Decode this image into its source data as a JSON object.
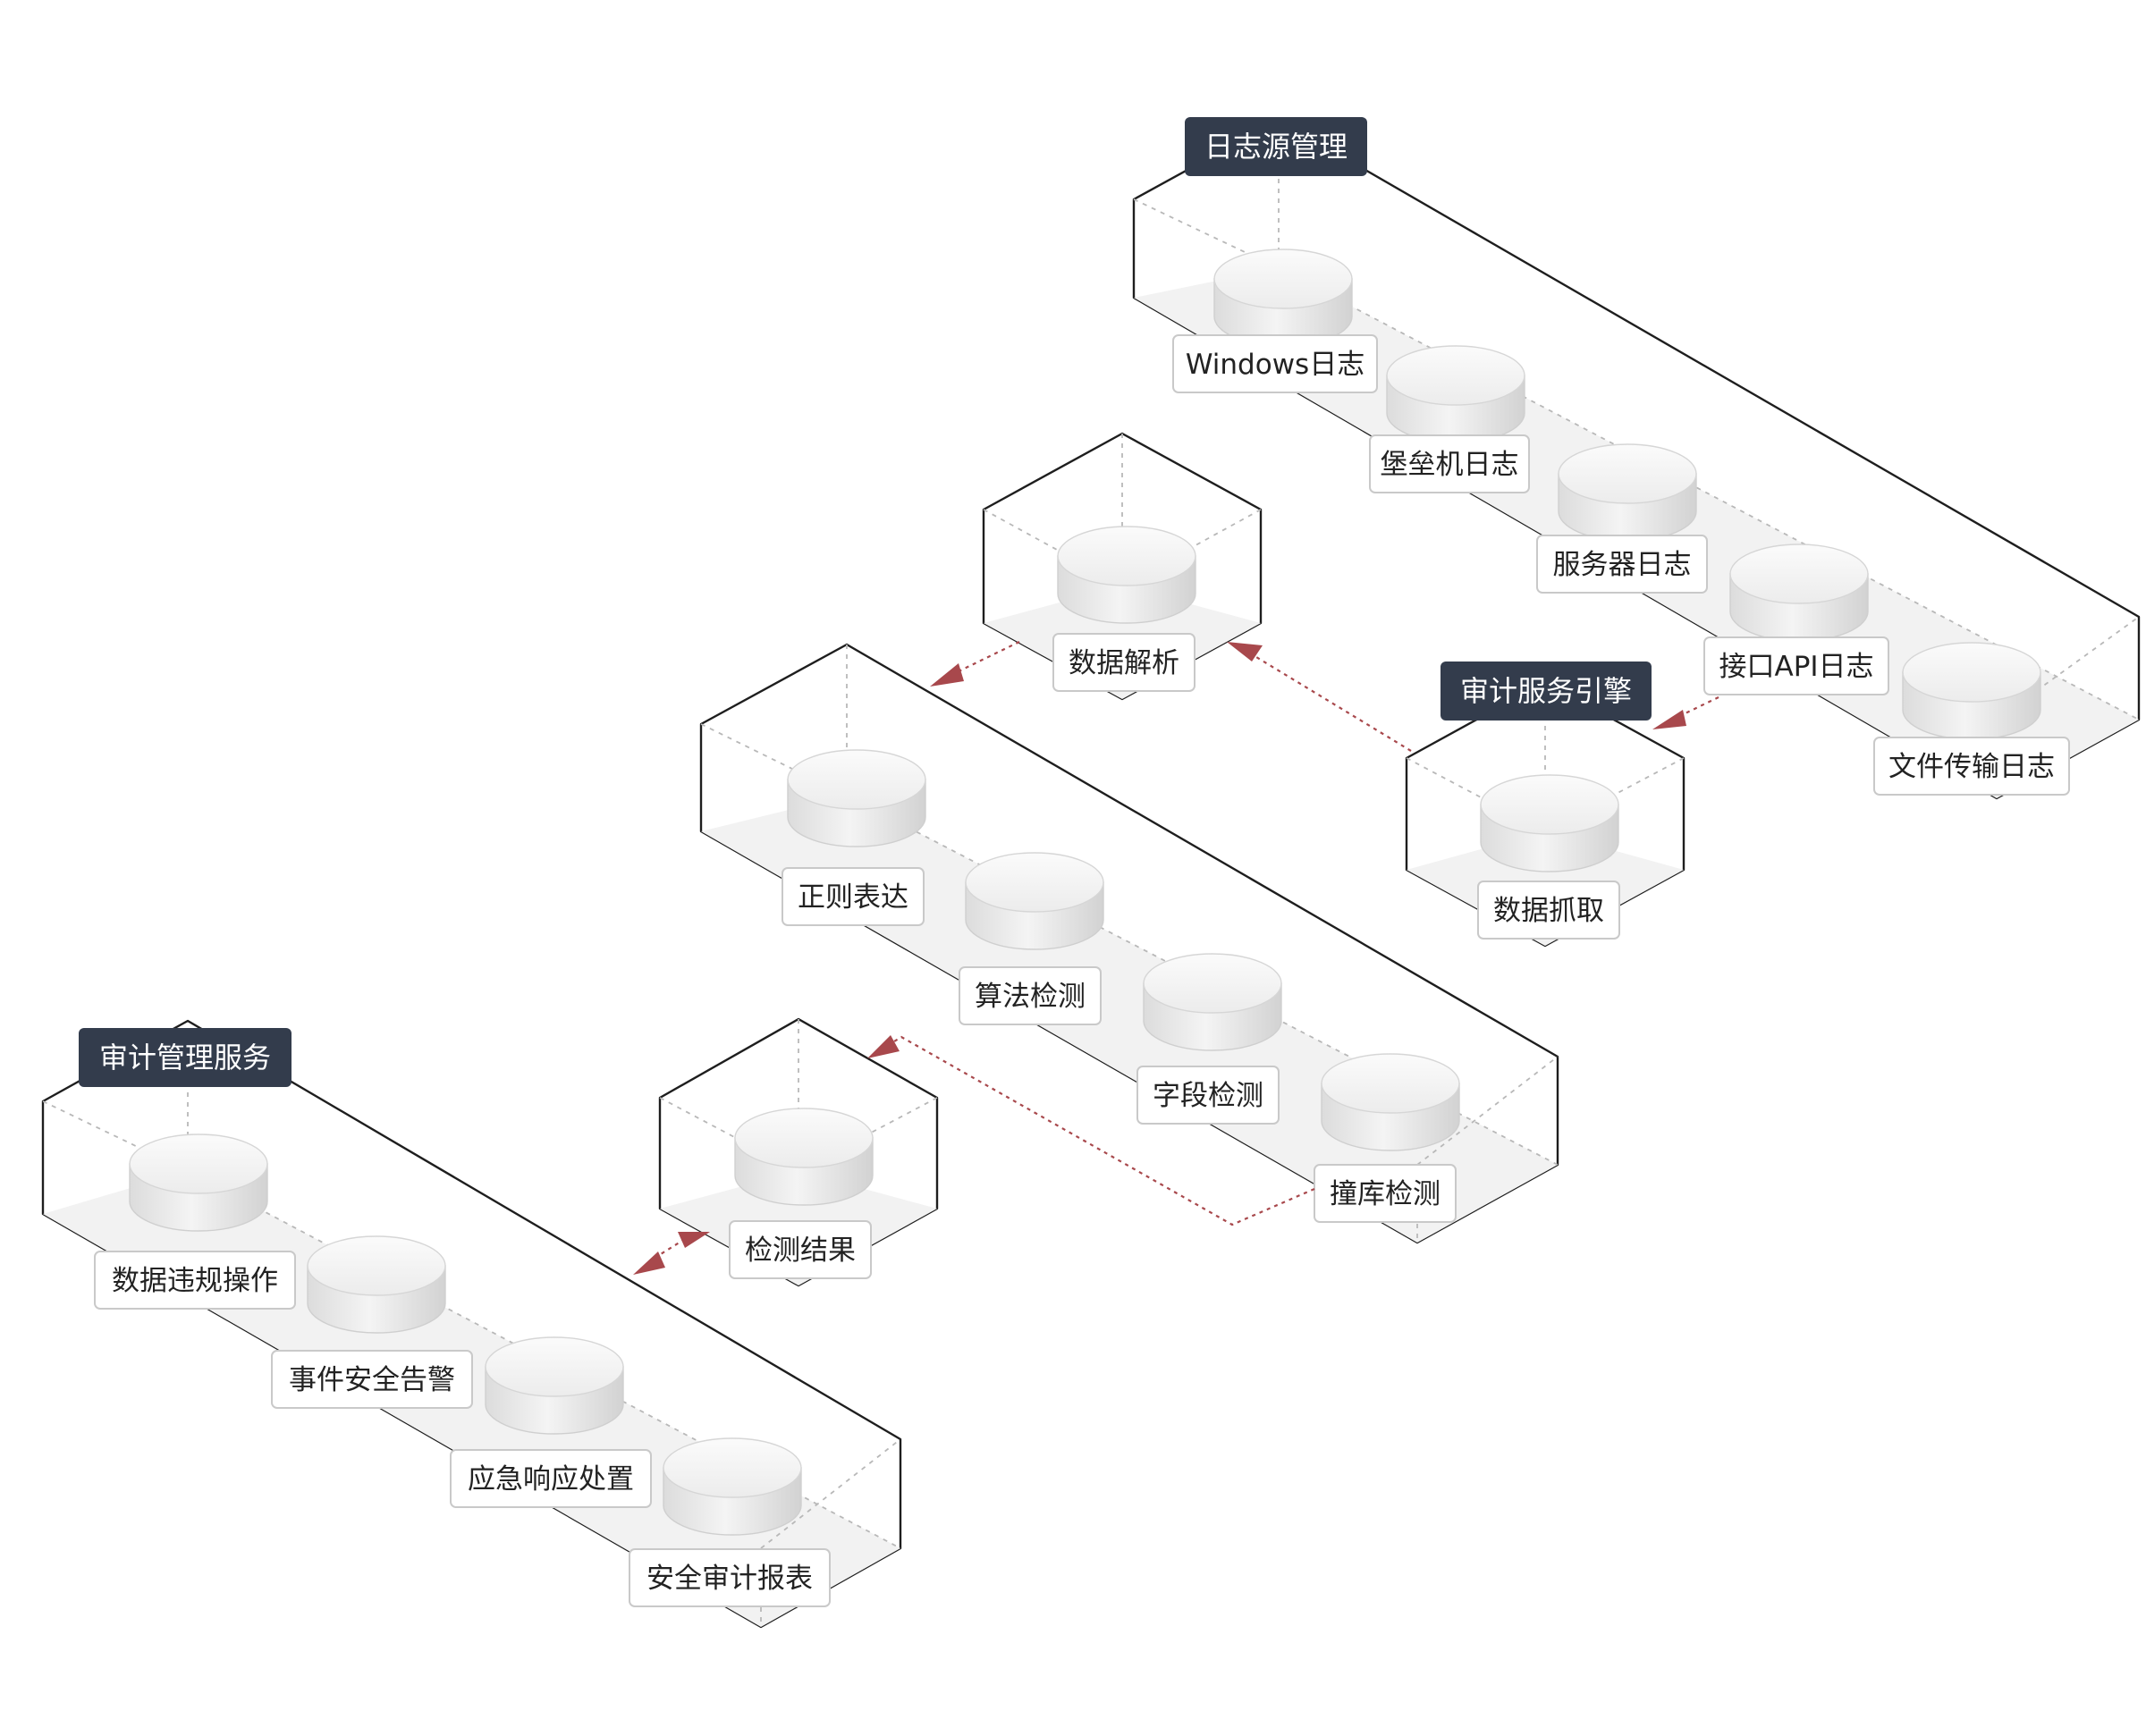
{
  "groups": {
    "log_source": {
      "title": "日志源管理",
      "nodes": [
        "Windows日志",
        "堡垒机日志",
        "服务器日志",
        "接口API日志",
        "文件传输日志"
      ]
    },
    "data_parse": {
      "nodes": [
        "数据解析"
      ]
    },
    "audit_engine": {
      "title": "审计服务引擎",
      "nodes": [
        "数据抓取"
      ]
    },
    "detection": {
      "nodes": [
        "正则表达",
        "算法检测",
        "字段检测",
        "撞库检测"
      ]
    },
    "result": {
      "nodes": [
        "检测结果"
      ]
    },
    "audit_mgmt": {
      "title": "审计管理服务",
      "nodes": [
        "数据违规操作",
        "事件安全告警",
        "应急响应处置",
        "安全审计报表"
      ]
    }
  },
  "colors": {
    "box_stroke": "#1e1e1e",
    "floor": "#f2f2f2",
    "title_bg": "#333c4c",
    "flow": "#a8484c"
  },
  "icons": [
    "database-cylinder-icon",
    "arrow-head-icon"
  ]
}
